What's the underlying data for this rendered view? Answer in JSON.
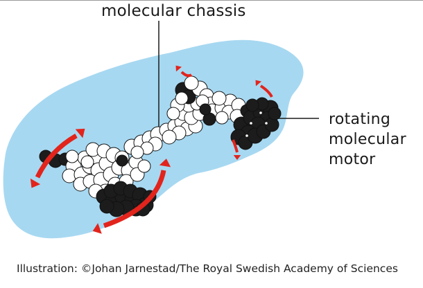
{
  "labels": {
    "chassis": "molecular chassis",
    "motor_line1": "rotating",
    "motor_line2": "molecular",
    "motor_line3": "motor"
  },
  "credit": "Illustration: ©Johan Jarnestad/The Royal Swedish Academy of Sciences",
  "colors": {
    "car_silhouette": "#a7d8f1",
    "atom_white": "#ffffff",
    "atom_black": "#1c1c1c",
    "atom_outline": "#111111",
    "rotation_arrow": "#e2241c",
    "text": "#1a1a1a"
  }
}
